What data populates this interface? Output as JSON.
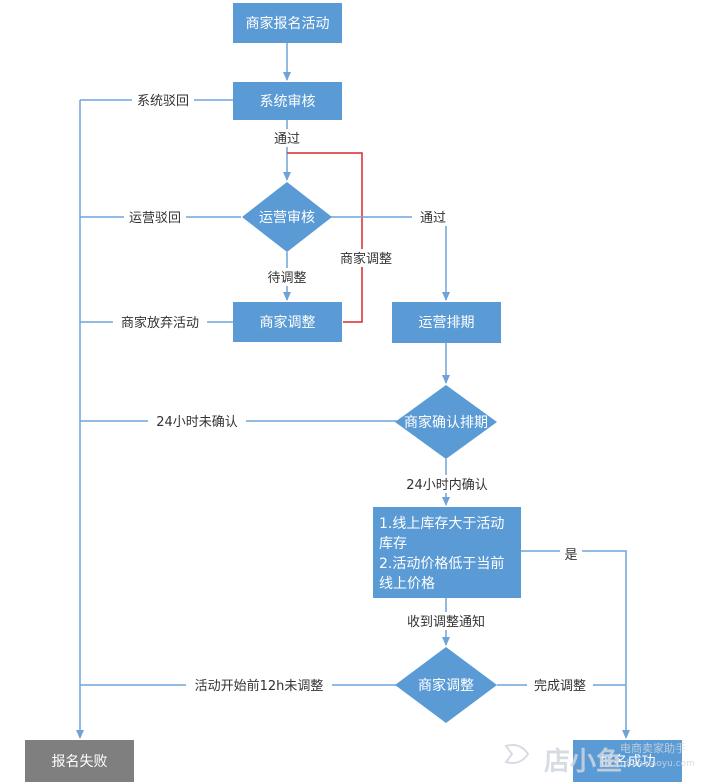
{
  "nodes": {
    "apply": "商家报名活动",
    "system_review": "系统审核",
    "ops_review": "运营审核",
    "merchant_adjust": "商家调整",
    "ops_schedule": "运营排期",
    "merchant_confirm": "商家确认排期",
    "condition_line1": "1.线上库存大于活动",
    "condition_line2": "库存",
    "condition_line3": "2.活动价格低于当前",
    "condition_line4": "线上价格",
    "merchant_adjust2": "商家调整",
    "fail": "报名失败",
    "success": "报名成功"
  },
  "labels": {
    "system_reject": "系统驳回",
    "pass1": "通过",
    "ops_reject": "运营驳回",
    "pass2": "通过",
    "pending_adjust": "待调整",
    "merchant_adjust_label": "商家调整",
    "merchant_abandon": "商家放弃活动",
    "unconfirmed_24h": "24小时未确认",
    "confirmed_24h": "24小时内确认",
    "yes": "是",
    "received_notice": "收到调整通知",
    "not_adjusted_12h": "活动开始前12h未调整",
    "adjust_done": "完成调整"
  },
  "watermark": {
    "brand": "店小鱼",
    "line1": "电商卖家助手",
    "line2": "tdianxiaoyu.com"
  },
  "colors": {
    "node": "#5b9bd5",
    "fail": "#7f7f7f",
    "line": "#6fa3d8",
    "red_line": "#d9262b"
  }
}
